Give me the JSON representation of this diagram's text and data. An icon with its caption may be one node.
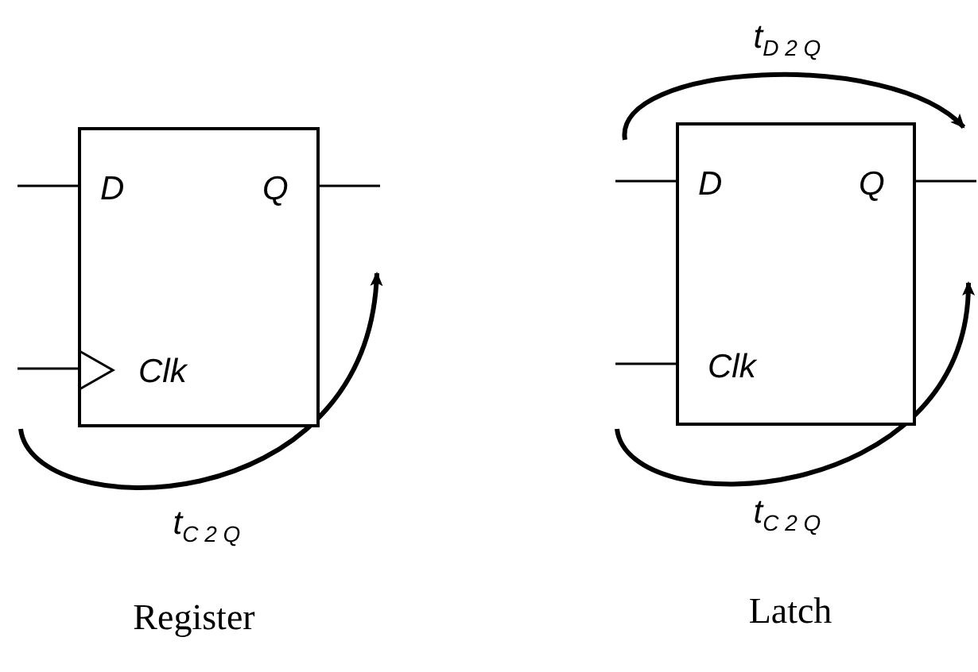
{
  "diagram": {
    "nodes": [
      {
        "text": [
          "D",
          "Q",
          "Clk"
        ]
      },
      {
        "text": [
          "D",
          "Q",
          "Clk"
        ]
      }
    ],
    "labels": [
      "t$_{D 2 Q}$",
      "t$_{C 2 Q}$",
      "t$_{C 2 Q}$",
      "Register",
      "Latch"
    ]
  }
}
